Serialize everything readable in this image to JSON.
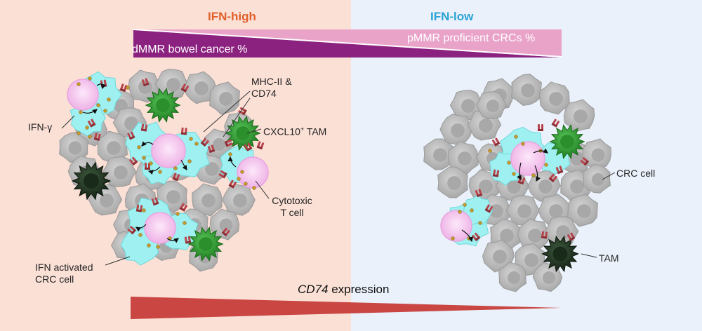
{
  "headers": {
    "ifn_high": "IFN-high",
    "ifn_low": "IFN-low"
  },
  "gradients": {
    "dmmr": "dMMR bowel cancer %",
    "pmmr": "pMMR proficient CRCs %",
    "cd74_gene": "CD74",
    "cd74_suffix": " expression"
  },
  "labels": {
    "ifn_gamma": "IFN-γ",
    "mhc_line1": "MHC-II &",
    "mhc_line2": "CD74",
    "cxcl10_prefix": "CXCL10",
    "cxcl10_sup": "+",
    "cxcl10_suffix": " TAM",
    "cytotoxic_line1": "Cytotoxic",
    "cytotoxic_line2": "T cell",
    "ifn_activated_line1": "IFN activated",
    "ifn_activated_line2": "CRC cell",
    "crc_cell": "CRC cell",
    "tam": "TAM"
  },
  "colors": {
    "ifn_high_bg": "#fbe0d6",
    "ifn_low_bg": "#eaf1fa",
    "ifn_high_text": "#e0602a",
    "ifn_low_text": "#2aa3d6",
    "dmmr_purple": "#8b2280",
    "pmmr_pink": "#e9a3c9",
    "cd74_red": "#c94643",
    "crc_gray": "#bdbdbd",
    "activated_cyan": "#9ff0f0",
    "tcell_pink": "#f6c6ee",
    "tam_green": "#3aa53a",
    "tam_dark": "#243b24",
    "receptor_red": "#b8454c",
    "ifn_dot": "#c79a2a"
  }
}
